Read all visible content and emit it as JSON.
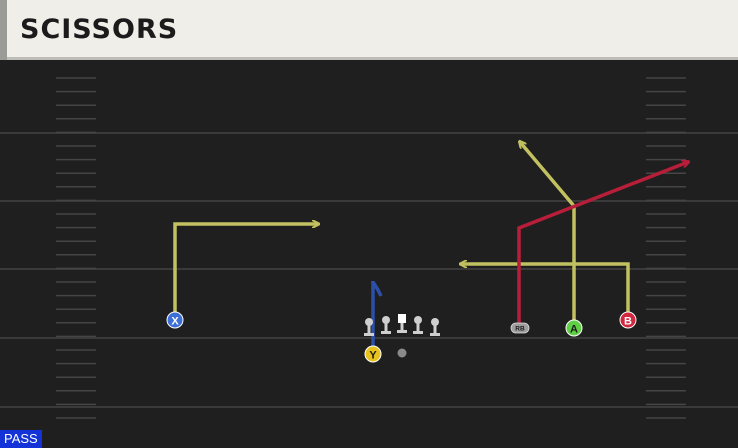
{
  "play": {
    "title": "SCISSORS",
    "type_badge": "PASS"
  },
  "colors": {
    "field": "#1f1f1f",
    "yard_line": "#3a3a3a",
    "hash": "#4a4a4a",
    "route_yellow": "#c2c160",
    "route_red": "#b71e39",
    "route_blue": "#2c4fa8",
    "lineman": "#cfcfcf",
    "player_x": "#3d6fd6",
    "player_a": "#5fcf45",
    "player_b": "#d2283f",
    "player_y": "#e8c21d",
    "rb": "#9e9e9e",
    "qb": "#8a8a8a"
  },
  "players": [
    {
      "id": "x",
      "label": "X"
    },
    {
      "id": "y",
      "label": "Y"
    },
    {
      "id": "a",
      "label": "A"
    },
    {
      "id": "b",
      "label": "B"
    },
    {
      "id": "rb",
      "label": "RB"
    }
  ]
}
